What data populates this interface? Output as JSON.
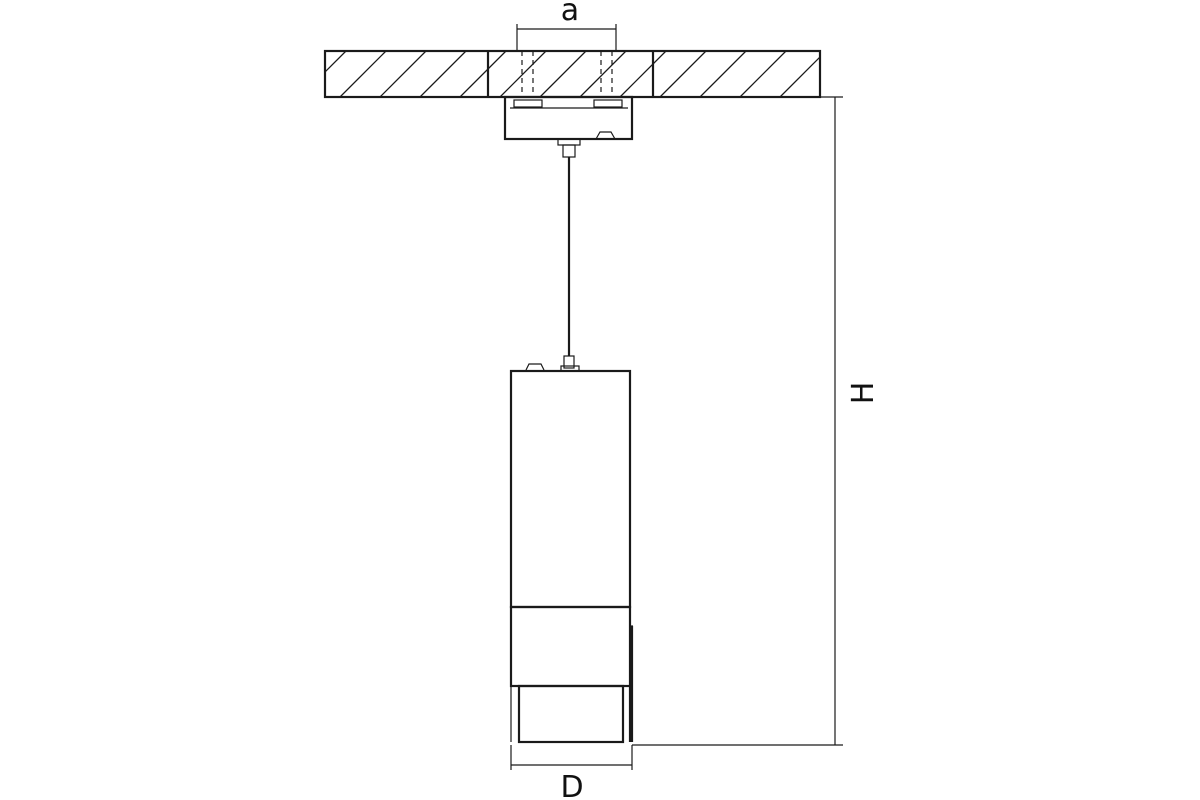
{
  "dimensions": {
    "mount_spacing_label": "a",
    "diameter_label": "D",
    "height_label": "H"
  },
  "colors": {
    "line": "#1a1a1a",
    "background": "#ffffff"
  }
}
